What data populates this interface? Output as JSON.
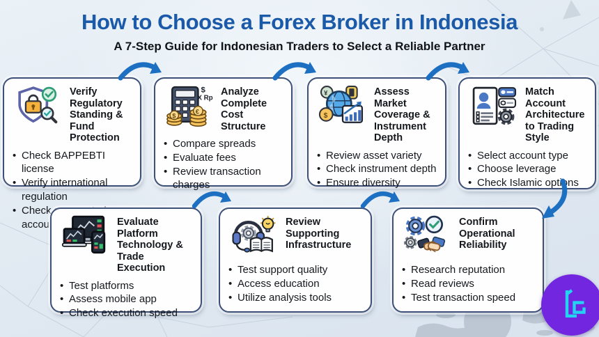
{
  "page": {
    "title": "How to Choose a Forex Broker in Indonesia",
    "subtitle": "A 7-Step Guide for Indonesian Traders to Select a Reliable Partner"
  },
  "colors": {
    "title_blue": "#1b5aa8",
    "card_border_navy": "#3d5078",
    "arrow_blue": "#1d6fc2",
    "logo_circle_purple": "#7226e0",
    "logo_glyph_cyan": "#24d3f2",
    "background": "#e2eaf2"
  },
  "steps": [
    {
      "icon": "shield-lock-check-icon",
      "title": "Verify Regulatory Standing & Fund Protection",
      "bullets": [
        "Check BAPPEBTI license",
        "Verify international regulation",
        "Check segregated accounts"
      ]
    },
    {
      "icon": "calculator-coins-icon",
      "icon_caption_top": "$",
      "icon_caption_bottom": "X Rp",
      "title": "Analyze Complete Cost Structure",
      "bullets": [
        "Compare spreads",
        "Evaluate fees",
        "Review transaction charges"
      ]
    },
    {
      "icon": "globe-chart-coins-icon",
      "title": "Assess Market Coverage & Instrument Depth",
      "bullets": [
        "Review asset variety",
        "Check instrument depth",
        "Ensure diversity"
      ]
    },
    {
      "icon": "id-card-gear-icon",
      "title": "Match Account Architecture to Trading Style",
      "bullets": [
        "Select account type",
        "Choose leverage",
        "Check Islamic options"
      ]
    },
    {
      "icon": "trading-devices-icon",
      "title": "Evaluate Platform Technology & Trade Execution",
      "bullets": [
        "Test platforms",
        "Assess mobile app",
        "Check execution speed"
      ]
    },
    {
      "icon": "headset-book-bulb-icon",
      "title": "Review Supporting Infrastructure",
      "bullets": [
        "Test support quality",
        "Access education",
        "Utilize analysis tools"
      ]
    },
    {
      "icon": "gears-handshake-clock-icon",
      "title": "Confirm Operational Reliability",
      "bullets": [
        "Research reputation",
        "Read reviews",
        "Test transaction speed"
      ]
    }
  ]
}
